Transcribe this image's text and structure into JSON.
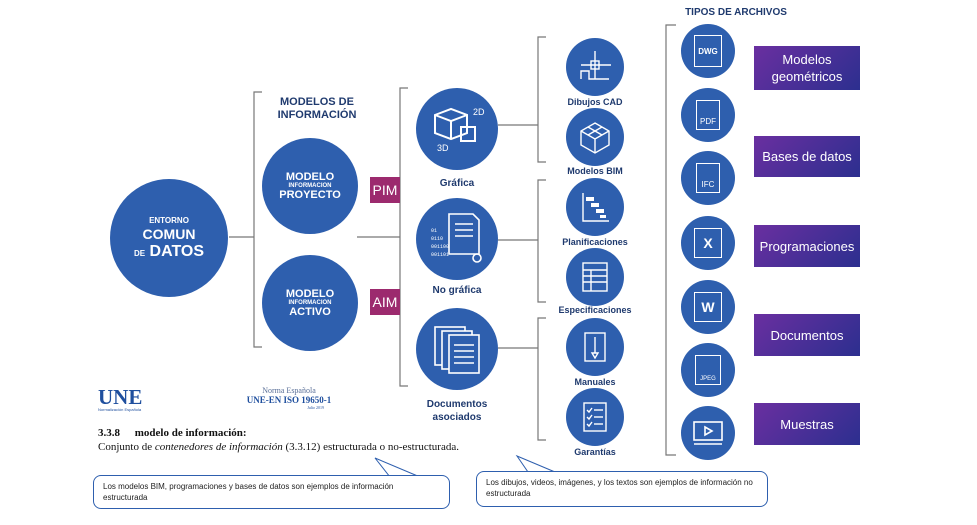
{
  "root": {
    "line1": "ENTORNO",
    "line2": "COMUN",
    "line3_small": "DE",
    "line3_big": "DATOS"
  },
  "models_header": {
    "line1": "MODELOS DE",
    "line2": "INFORMACIÓN"
  },
  "model_pim": {
    "line1": "MODELO",
    "line2": "INFORMACION",
    "line3": "PROYECTO",
    "tag": "PIM"
  },
  "model_aim": {
    "line1": "MODELO",
    "line2": "INFORMACION",
    "line3": "ACTIVO",
    "tag": "AIM"
  },
  "categories": {
    "grafica": {
      "label": "Gráfica",
      "icon_2d": "2D",
      "icon_3d": "3D"
    },
    "no_grafica": {
      "label": "No gráfica",
      "binary": [
        "01",
        "0110",
        "001100",
        "001101"
      ]
    },
    "documentos": {
      "label_line1": "Documentos",
      "label_line2": "asociados"
    }
  },
  "items": {
    "dibujos_cad": "Dibujos CAD",
    "modelos_bim": "Modelos BIM",
    "planificaciones": "Planificaciones",
    "especificaciones": "Especificaciones",
    "manuales": "Manuales",
    "garantias": "Garantías"
  },
  "file_types": {
    "header": "TIPOS DE ARCHIVOS",
    "icons": [
      "DWG",
      "PDF",
      "IFC",
      "X",
      "W",
      "JPEG",
      "video-icon"
    ],
    "boxes": [
      {
        "line1": "Modelos",
        "line2": "geométricos"
      },
      {
        "line1": "Bases de datos",
        "line2": ""
      },
      {
        "line1": "Programaciones",
        "line2": ""
      },
      {
        "line1": "Documentos",
        "line2": ""
      },
      {
        "line1": "Muestras",
        "line2": ""
      }
    ]
  },
  "une": {
    "logo": "UNE",
    "logo_sub": "Normalización Española",
    "norma_line1": "Norma Española",
    "norma_line2": "UNE-EN ISO 19650-1",
    "norma_line3": "Julio 2019"
  },
  "definition": {
    "number": "3.3.8",
    "term": "modelo de información:",
    "text_a": "Conjunto de ",
    "text_italic": "contenedores de información",
    "text_b": " (3.3.12) estructurada o no-estructurada."
  },
  "notes": {
    "left": "Los modelos BIM, programaciones y bases de datos son ejemplos de información estructurada",
    "right": "Los dibujos, videos, imágenes, y los textos son ejemplos de información no estructurada"
  },
  "colors": {
    "circle": "#2e5fae",
    "tag": "#9c2a6e",
    "box_start": "#6a2fa0",
    "box_end": "#2c2f8f",
    "text": "#1f3a6e"
  }
}
